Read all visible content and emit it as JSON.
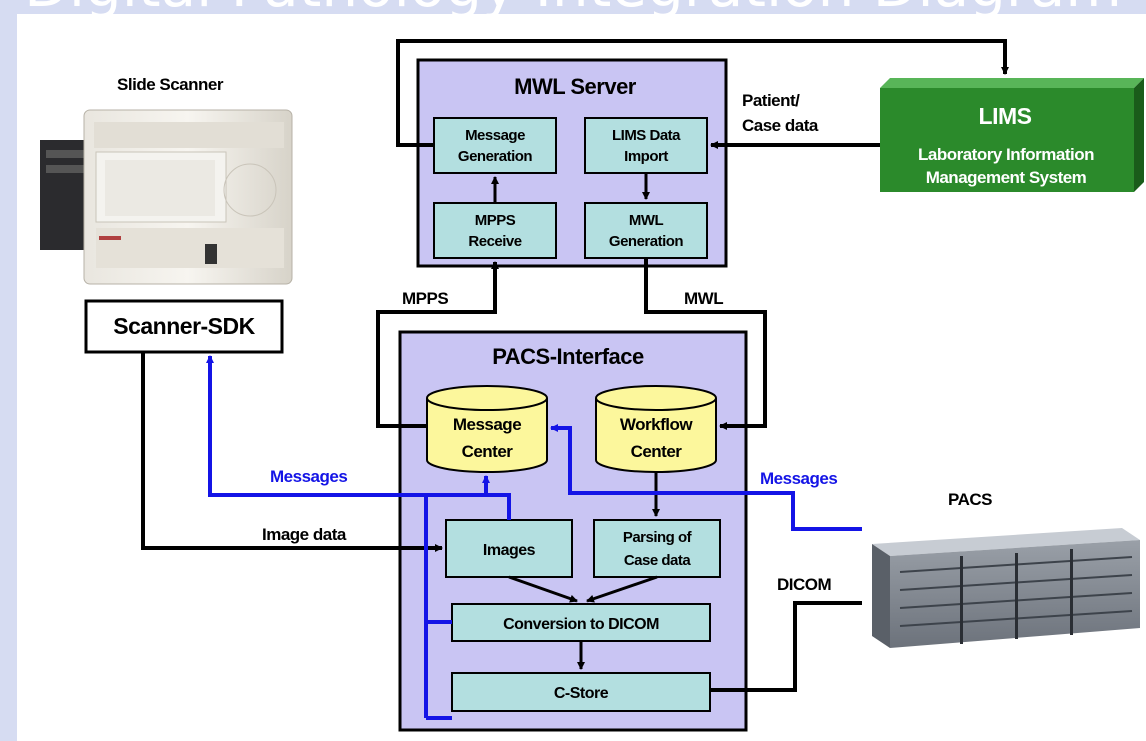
{
  "title_fragment": "Digital Pathology Integration Diagram",
  "slide_scanner": {
    "label": "Slide Scanner"
  },
  "scanner_sdk": {
    "label": "Scanner-SDK"
  },
  "mwl_server": {
    "title": "MWL Server",
    "message_generation": [
      "Message",
      "Generation"
    ],
    "lims_data_import": [
      "LIMS Data",
      "Import"
    ],
    "mpps_receive": [
      "MPPS",
      "Receive"
    ],
    "mwl_generation": [
      "MWL",
      "Generation"
    ]
  },
  "lims": {
    "title": "LIMS",
    "subtitle": [
      "Laboratory Information",
      "Management System"
    ]
  },
  "patient_case_data": [
    "Patient/",
    "Case data"
  ],
  "mpps_label": "MPPS",
  "mwl_label": "MWL",
  "pacs_interface": {
    "title": "PACS-Interface",
    "message_center": [
      "Message",
      "Center"
    ],
    "workflow_center": [
      "Workflow",
      "Center"
    ],
    "images": "Images",
    "parsing": [
      "Parsing of",
      "Case data"
    ],
    "conversion": "Conversion to DICOM",
    "cstore": "C-Store"
  },
  "messages_left": "Messages",
  "messages_right": "Messages",
  "image_data": "Image data",
  "dicom": "DICOM",
  "pacs": {
    "label": "PACS"
  },
  "colors": {
    "container_fill": "#c9c5f3",
    "box_fill": "#b3dfe0",
    "cylinder_fill": "#fcf79c",
    "lims_green": "#2b8a2b",
    "blue_link": "#1414e6",
    "background": "#d6dcf2"
  }
}
